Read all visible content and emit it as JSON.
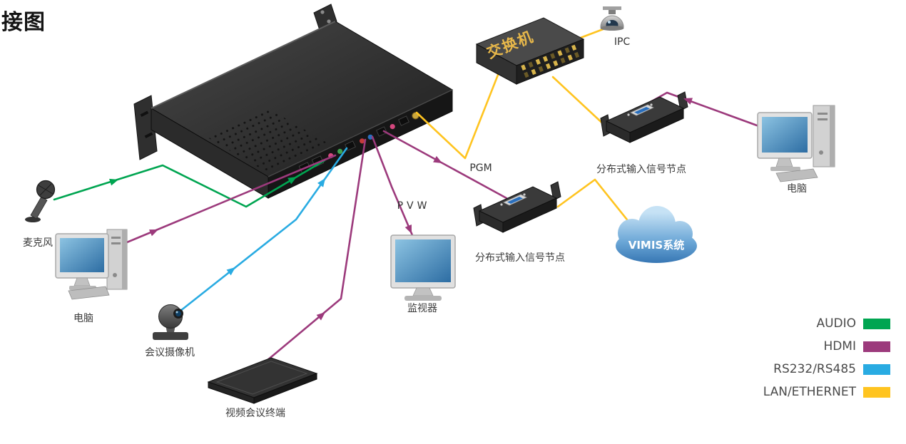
{
  "title": "接图",
  "labels": {
    "mic": "麦克风",
    "pc_left": "电脑",
    "camera": "会议摄像机",
    "terminal": "视频会议终端",
    "monitor": "监视器",
    "pvw": "PVW",
    "pgm": "PGM",
    "switch": "交换机",
    "ipc": "IPC",
    "node_top": "分布式输入信号节点",
    "node_mid": "分布式输入信号节点",
    "pc_right": "电脑",
    "cloud": "VIMIS系统"
  },
  "legend": {
    "items": [
      {
        "label": "AUDIO",
        "color": "#00a551"
      },
      {
        "label": "HDMI",
        "color": "#9c3a7c"
      },
      {
        "label": "RS232/RS485",
        "color": "#29abe2"
      },
      {
        "label": "LAN/ETHERNET",
        "color": "#ffc420"
      }
    ]
  }
}
